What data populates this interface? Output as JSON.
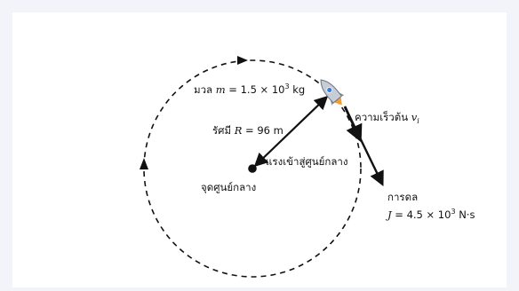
{
  "colors": {
    "page_background": "#f3f4f9",
    "panel_background": "#ffffff",
    "ink": "#111111",
    "rocket_body": "#c8ccd6",
    "rocket_window": "#3a7fd8",
    "rocket_flame": "#f0a030"
  },
  "icons": {
    "rocket": "rocket-icon"
  },
  "labels": {
    "mass": {
      "prefix": "มวล ",
      "symbol": "m",
      "value": " = 1.5 × 10",
      "exponent": "3",
      "unit": " kg"
    },
    "radius": {
      "prefix": "รัศมี ",
      "symbol": "R",
      "value": " = 96 m"
    },
    "centripetal_force": "แรงเข้าสู่ศูนย์กลาง",
    "center_point": "จุดศูนย์กลาง",
    "initial_velocity": {
      "text": "ความเร็วต้น ",
      "symbol": "v",
      "subscript": "i"
    },
    "impulse": {
      "title": "การดล",
      "symbol": "J",
      "value": " = 4.5 × 10",
      "exponent": "3",
      "unit": " N·s"
    }
  }
}
